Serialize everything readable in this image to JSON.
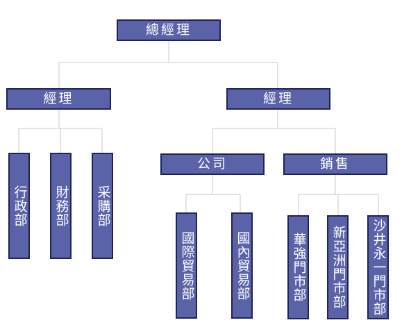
{
  "nodes": {
    "ceo": "總經理",
    "manager_left": "經理",
    "manager_right": "經理",
    "admin": "行政部",
    "finance": "財務部",
    "procurement": "采購部",
    "company": "公司",
    "sales": "銷售",
    "intl_trade": "國際貿易部",
    "domestic_trade": "國內貿易部",
    "huaqiang_store": "華強門市部",
    "xinyazhou_store": "新亞洲門市部",
    "shajing_store": "沙井永一門市部"
  },
  "colors": {
    "box_fill": "#5a62a8",
    "box_border": "#1e245a",
    "connector": "#c8c8c8",
    "text": "#ffffff"
  }
}
